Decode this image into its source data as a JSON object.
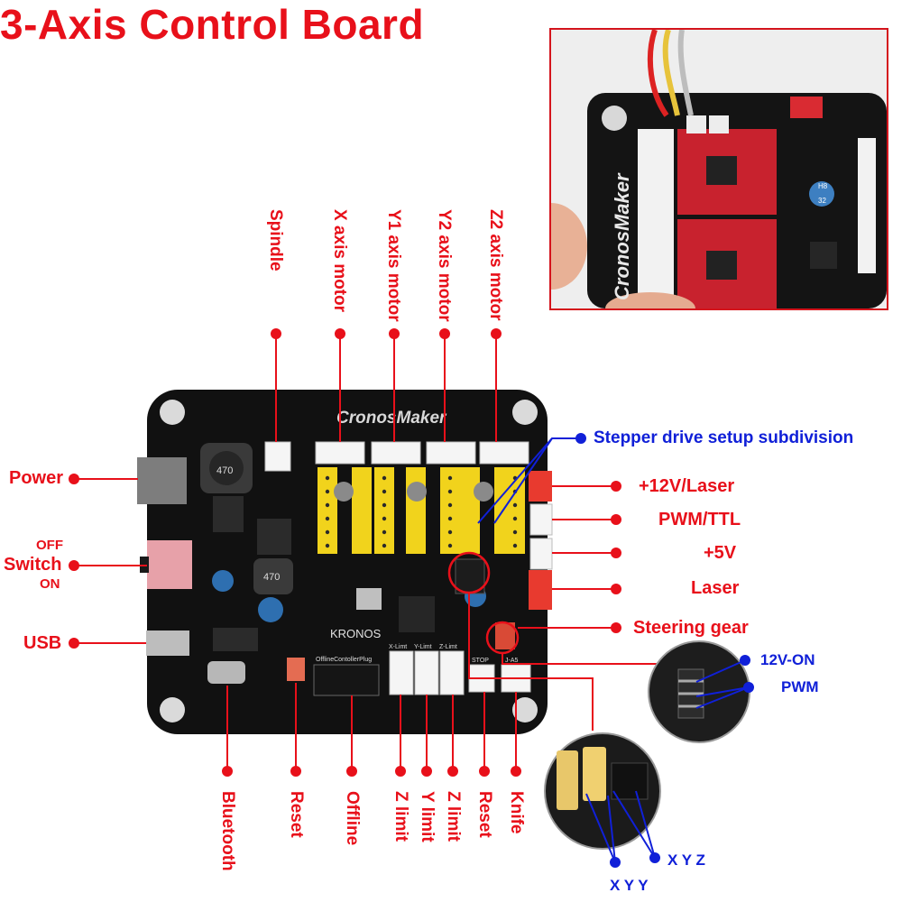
{
  "title": "3-Axis Control Board",
  "board": {
    "brand": "CronosMaker",
    "logo_text": "KRONOS",
    "offline_header": "OfflineContollerPlug",
    "limit_tags": [
      "X-Limt",
      "Y-Limt",
      "Z-Limt"
    ],
    "stop_tag": "STOP",
    "knife_tag": "J-A5",
    "inductor_a": "470",
    "inductor_b": "470"
  },
  "top_labels": [
    "Spindle",
    "X axis motor",
    "Y1 axis motor",
    "Y2 axis motor",
    "Z2 axis motor"
  ],
  "left_labels": {
    "power": "Power",
    "switch_off": "OFF",
    "switch": "Switch",
    "switch_on": "ON",
    "usb": "USB"
  },
  "right_labels": {
    "stepper": "Stepper drive setup subdivision",
    "laser12": "+12V/Laser",
    "pwm_ttl": "PWM/TTL",
    "plus5v": "+5V",
    "laser": "Laser",
    "steering": "Steering gear"
  },
  "bottom_labels": [
    "Bluetooth",
    "Reset",
    "Offline",
    "Z limit",
    "Y limit",
    "Z limit",
    "Reset",
    "Knife"
  ],
  "zoom_pwm": {
    "label_12v": "12V-ON",
    "label_pwm": "PWM"
  },
  "zoom_jumper": {
    "label_xyz": "X Y Z",
    "label_xyy": "X Y Y"
  },
  "photo": {
    "brand": "CronosMaker",
    "chip_labels": [
      "H8",
      "32"
    ]
  },
  "colors": {
    "red": "#e8101a",
    "blue": "#1020d8",
    "board": "#111111",
    "driver": "#f1d31c"
  }
}
